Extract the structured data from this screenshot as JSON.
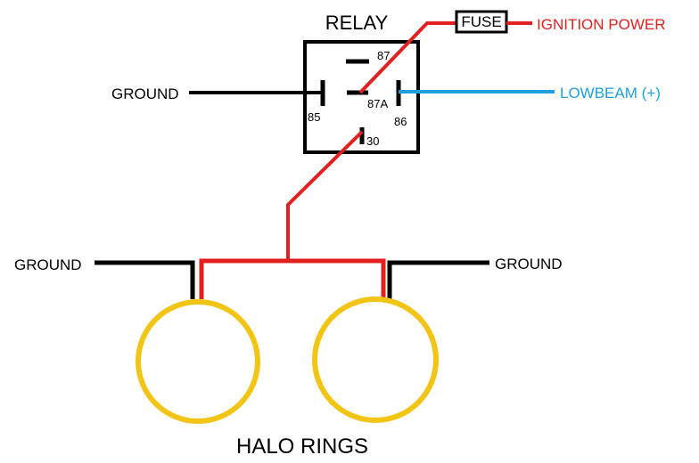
{
  "relay": {
    "title": "RELAY"
  },
  "fuse": {
    "label": "FUSE"
  },
  "pins": {
    "p87": "87",
    "p87a": "87A",
    "p85": "85",
    "p86": "86",
    "p30": "30"
  },
  "labels": {
    "ignition_power": "IGNITION POWER",
    "lowbeam": "LOWBEAM (+)",
    "ground_relay": "GROUND",
    "ground_left": "GROUND",
    "ground_right": "GROUND",
    "halo_rings": "HALO RINGS"
  },
  "colors": {
    "power_wire": "#e32020",
    "signal_wire": "#1ea0dc",
    "ground_wire": "#000000",
    "halo_ring": "#f2c414"
  }
}
